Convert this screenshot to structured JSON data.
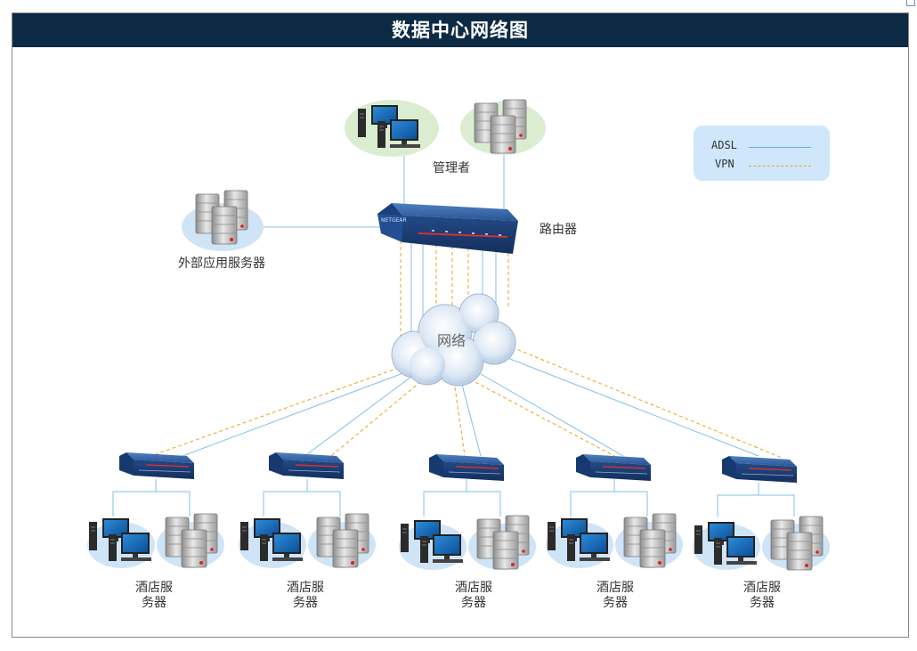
{
  "title": "数据中心网络图",
  "labels": {
    "admin": "管理者",
    "router": "路由器",
    "external_server": "外部应用服务器",
    "network": "网络",
    "hotel_line1": "酒店服",
    "hotel_line2": "务器"
  },
  "legend": {
    "adsl_label": "ADSL",
    "vpn_label": "VPN",
    "adsl_color": "#5bb5e8",
    "vpn_color": "#f0a020"
  },
  "colors": {
    "header_bg": "#0d2a45",
    "device_blue": "#1f4e8f",
    "ellipse_green": "#dbedd0",
    "ellipse_blue": "#cfe4f6"
  },
  "icons": [
    "pc-icon",
    "server-icon",
    "router-icon",
    "cloud-icon",
    "switch-icon"
  ]
}
